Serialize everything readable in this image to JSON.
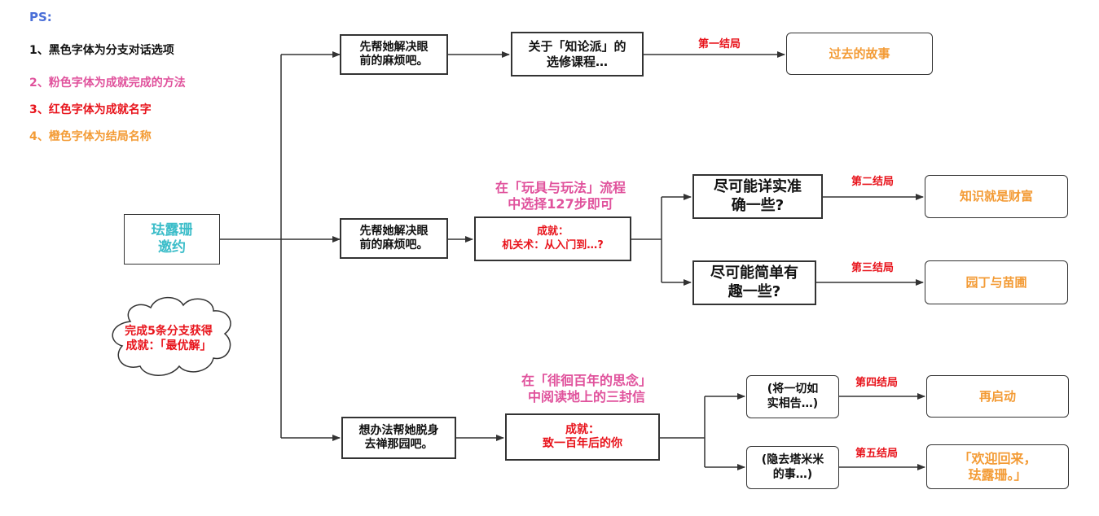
{
  "colors": {
    "ps": "#4a6fd8",
    "black": "#111111",
    "pink": "#e0529c",
    "red": "#e8141c",
    "orange": "#f39b35",
    "teal": "#3cbdc9",
    "stroke": "#333333"
  },
  "legend": {
    "title": "PS:",
    "items": [
      "1、黑色字体为分支对话选项",
      "2、粉色字体为成就完成的方法",
      "3、红色字体为成就名字",
      "4、橙色字体为结局名称"
    ]
  },
  "start": {
    "line1": "珐露珊",
    "line2": "邀约"
  },
  "cloud": {
    "line1": "完成5条分支获得",
    "line2": "成就：「最优解」"
  },
  "branch1": {
    "option": {
      "line1": "先帮她解决眼",
      "line2": "前的麻烦吧。"
    },
    "choice": {
      "line1": "关于「知论派」的",
      "line2": "选修课程…"
    },
    "ending_label": "第一结局",
    "ending": "过去的故事"
  },
  "branch2": {
    "option": {
      "line1": "先帮她解决眼",
      "line2": "前的麻烦吧。"
    },
    "method": {
      "line1": "在「玩具与玩法」流程",
      "line2": "中选择127步即可"
    },
    "achievement": {
      "line1": "成就：",
      "line2": "机关术：从入门到…?"
    },
    "choice_a": {
      "line1": "尽可能详实准",
      "line2": "确一些?"
    },
    "ending_a_label": "第二结局",
    "ending_a": "知识就是财富",
    "choice_b": {
      "line1": "尽可能简单有",
      "line2": "趣一些?"
    },
    "ending_b_label": "第三结局",
    "ending_b": "园丁与苗圃"
  },
  "branch3": {
    "option": {
      "line1": "想办法帮她脱身",
      "line2": "去禅那园吧。"
    },
    "method": {
      "line1": "在「徘徊百年的思念」",
      "line2": "中阅读地上的三封信"
    },
    "achievement": {
      "line1": "成就：",
      "line2": "致一百年后的你"
    },
    "choice_a": {
      "line1": "(将一切如",
      "line2": "实相告…)"
    },
    "ending_a_label": "第四结局",
    "ending_a": "再启动",
    "choice_b": {
      "line1": "(隐去塔米米",
      "line2": "的事…)"
    },
    "ending_b_label": "第五结局",
    "ending_b": {
      "line1": "「欢迎回来，",
      "line2": "珐露珊。」"
    }
  }
}
